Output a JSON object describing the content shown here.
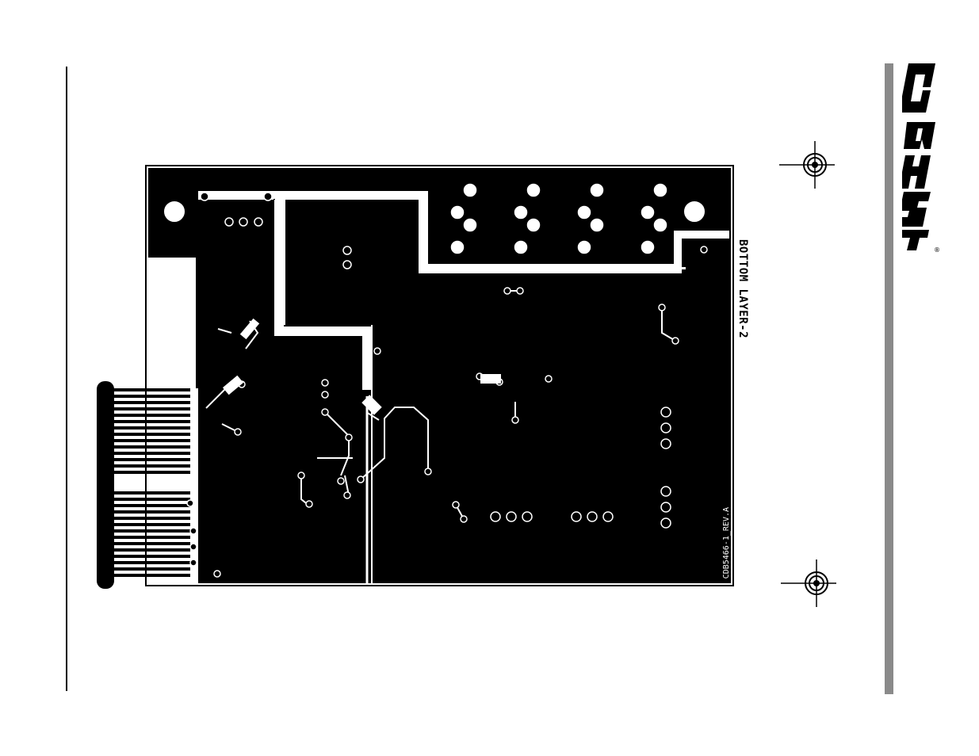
{
  "layer_title": "BOTTOM LAYER-2",
  "board_label": "CDB5466-1_REV.A",
  "logo_text": "CRYSTAL",
  "logo_mark": "registered-icon",
  "colors": {
    "copper": "#000000",
    "substrate": "#ffffff",
    "side_bar": "#8a8a8a"
  }
}
